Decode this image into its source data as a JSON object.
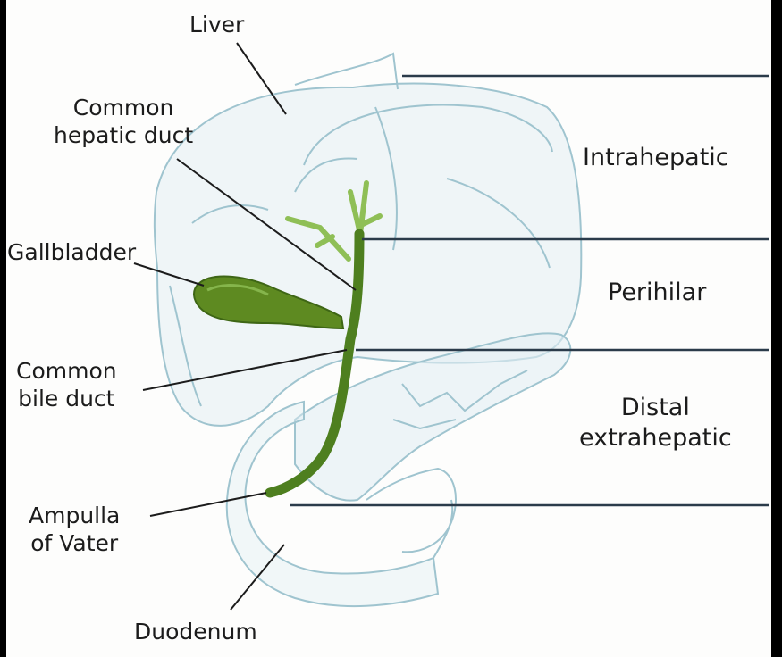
{
  "labels": {
    "liver": "Liver",
    "common_hepatic_duct": "Common\nhepatic duct",
    "gallbladder": "Gallbladder",
    "common_bile_duct": "Common\nbile duct",
    "ampulla_of_vater": "Ampulla\nof Vater",
    "duodenum": "Duodenum"
  },
  "regions": {
    "intrahepatic": "Intrahepatic",
    "perihilar": "Perihilar",
    "distal_extrahepatic": "Distal\nextrahepatic"
  },
  "colors": {
    "organ_outline": "#9fc4cf",
    "organ_fill": "#e3eff3",
    "bile_duct": "#4e7f1f",
    "gallbladder": "#5e8a21",
    "hepatic_branch": "#8fbf56",
    "leader_line": "#1c1c1c",
    "division_line": "#2b3b4a",
    "background": "#fdfdfc",
    "frame": "#000000"
  }
}
